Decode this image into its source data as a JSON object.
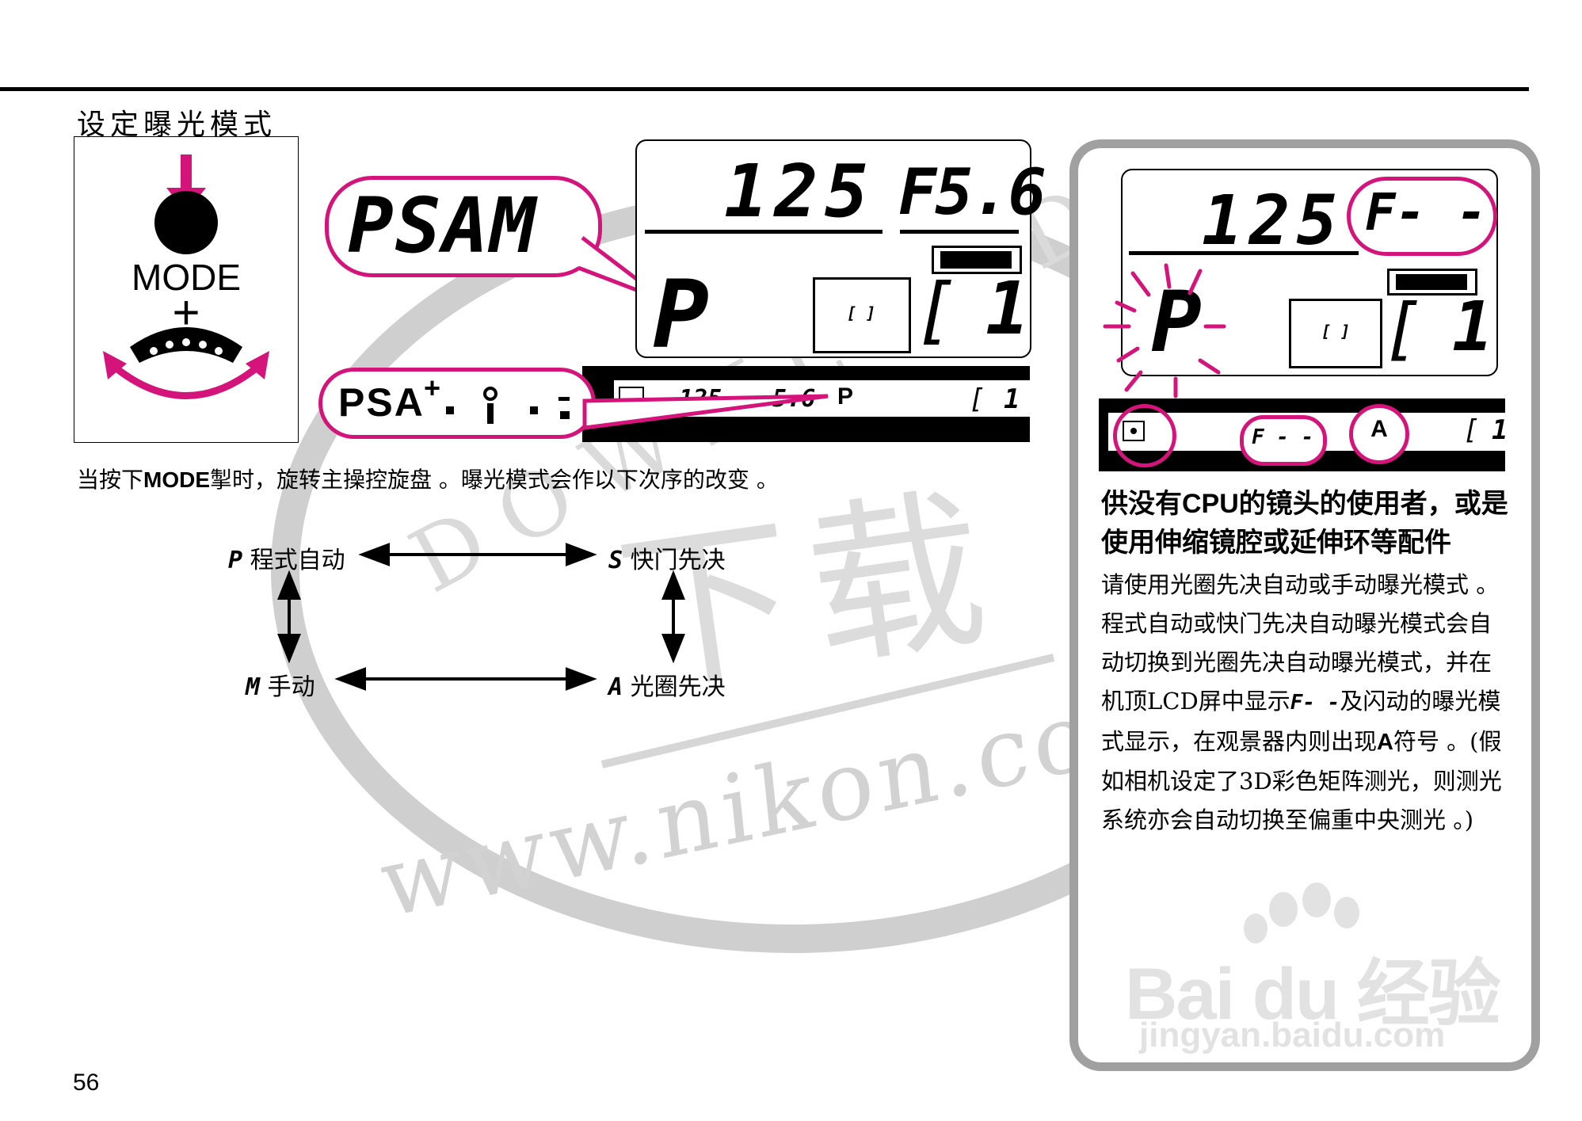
{
  "section_title": "设定曝光模式",
  "mode_button": {
    "label": "MODE",
    "plus": "+"
  },
  "psam_bubble": "PSAM",
  "lcd_top": {
    "shutter": "125",
    "aperture": "F5.6",
    "mode": "P",
    "metering_icon": "[ ]",
    "frame_bracket": "[",
    "frame_count": "1"
  },
  "viewfinder_strip": {
    "bubble_text": "PSA",
    "plus_mark": "+",
    "shutter": "125",
    "aperture": "5.6",
    "mode": "P",
    "bracket": "[",
    "frame": "1"
  },
  "instruction": {
    "prefix": "当按下",
    "bold": "MODE",
    "suffix": "掣时，旋转主操控旋盘 。曝光模式会作以下次序的改变 。"
  },
  "cycle": {
    "p": {
      "glyph": "P",
      "label": "程式自动"
    },
    "s": {
      "glyph": "S",
      "label": "快门先决"
    },
    "m": {
      "glyph": "M",
      "label": "手动"
    },
    "a": {
      "glyph": "A",
      "label": "光圈先决"
    }
  },
  "side_lcd": {
    "shutter": "125",
    "aperture": "F- -",
    "mode": "P",
    "metering_icon": "[ ]",
    "frame_bracket": "[",
    "frame_count": "1"
  },
  "side_strip": {
    "aperture": "F - -",
    "mode": "A",
    "bracket": "[",
    "frame": "1"
  },
  "side_heading": "供没有CPU的镜头的使用者，或是使用伸缩镜腔或延伸环等配件",
  "side_body": {
    "part1": "请使用光圈先决自动或手动曝光模式 。程式自动或快门先决自动曝光模式会自动切换到光圈先决自动曝光模式，并在机顶LCD屏中显示",
    "fdash": "F- -",
    "part2": "及闪动的曝光模式显示，在观景器内则出现",
    "a_bold": "A",
    "part3": "符号 。(假如相机设定了3D彩色矩阵测光，则测光系统亦会自动切换至偏重中央测光 。)"
  },
  "watermark": {
    "big": "下载",
    "url": "www.nikon.com",
    "arc": "DOWNLOAD",
    "baidu": "Bai du 经验",
    "baidu_url": "jingyan.baidu.com"
  },
  "page_number": "56",
  "colors": {
    "accent": "#d4147a",
    "ink": "#000000",
    "frame": "#a0a0a0"
  }
}
